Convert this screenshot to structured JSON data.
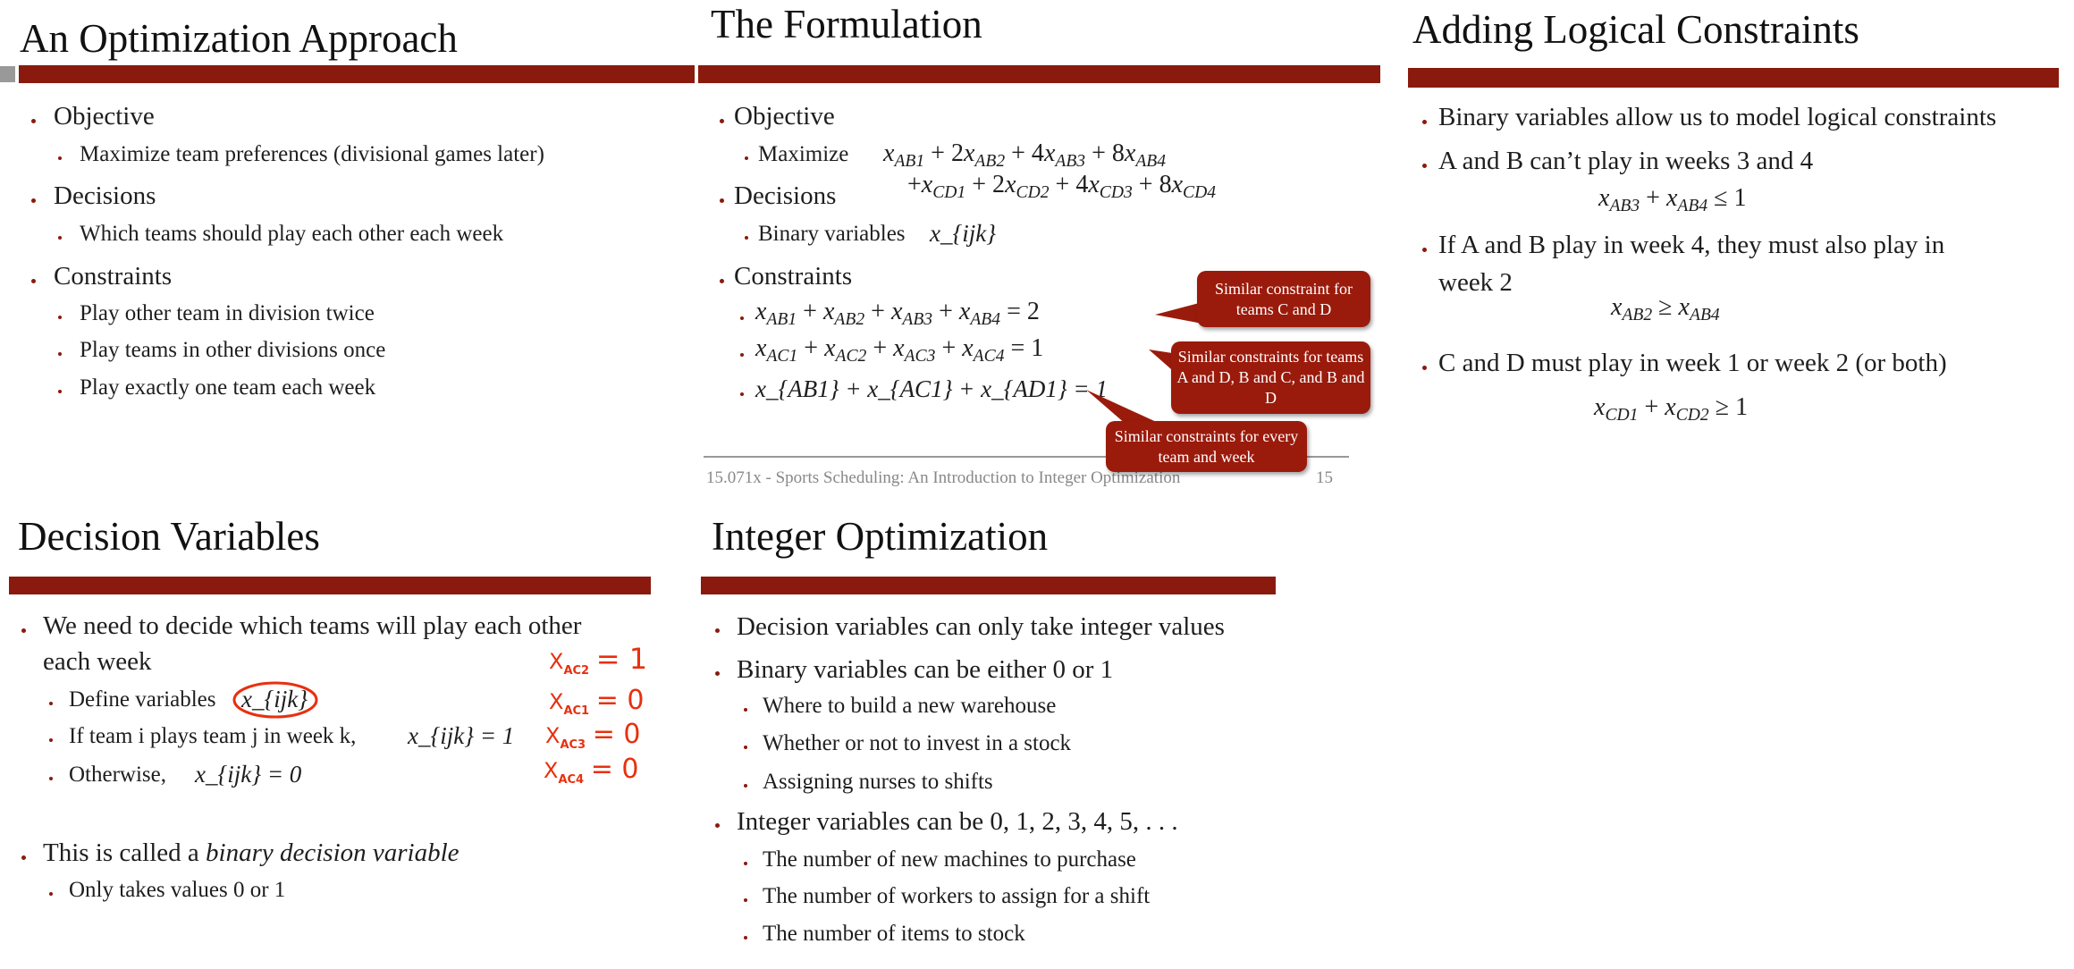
{
  "colors": {
    "accent": "#8a1a0e",
    "handwriting": "#e8300f",
    "text": "#1e1e1e"
  },
  "slide1": {
    "title": "An Optimization Approach",
    "items": [
      {
        "label": "Objective",
        "sub": [
          "Maximize team preferences (divisional games later)"
        ]
      },
      {
        "label": "Decisions",
        "sub": [
          "Which teams should play each other each week"
        ]
      },
      {
        "label": "Constraints",
        "sub": [
          "Play other team in division twice",
          "Play teams in other divisions once",
          "Play exactly one team each week"
        ]
      }
    ]
  },
  "slide2": {
    "title": "The Formulation",
    "objective": "Objective",
    "maximize": "Maximize",
    "objective_line1": "x_{AB1} + 2x_{AB2} + 4x_{AB3} + 8x_{AB4}",
    "objective_line2": "+x_{CD1} + 2x_{CD2} + 4x_{CD3} + 8x_{CD4}",
    "decisions": "Decisions",
    "binary": "Binary variables",
    "binary_var": "x_{ijk}",
    "constraints": "Constraints",
    "equations": [
      "x_{AB1} + x_{AB2} + x_{AB3} + x_{AB4} = 2",
      "x_{AC1} + x_{AC2} + x_{AC3} + x_{AC4} = 1",
      "x_{AB1} + x_{AC1} + x_{AD1} = 1"
    ],
    "callouts": [
      "Similar constraint for teams C and D",
      "Similar constraints for teams A and D, B and C, and B and D",
      "Similar constraints for every team and week"
    ],
    "footer": "15.071x - Sports Scheduling: An Introduction to Integer Optimization",
    "page": "15"
  },
  "slide3": {
    "title": "Adding Logical Constraints",
    "b1": "Binary variables allow us to model logical constraints",
    "b2": "A and B can’t play in weeks 3 and 4",
    "f2": "x_{AB3} + x_{AB4} ≤ 1",
    "b3a": "If  A and B play in week 4, they must also play in",
    "b3b": "week 2",
    "f3": "x_{AB2} ≥ x_{AB4}",
    "b4": "C and D must play in week 1 or week 2 (or both)",
    "f4": "x_{CD1} + x_{CD2} ≥ 1"
  },
  "slide4": {
    "title": "Decision Variables",
    "b1a": "We need to decide which teams will play each other",
    "b1b": "each week",
    "s1": "Define variables",
    "s1_var": "x_{ijk}",
    "s2": "If team i plays team j in week k,",
    "s2_eq": "x_{ijk} = 1",
    "s3": "Otherwise,",
    "s3_eq": "x_{ijk} = 0",
    "b2_pre": "This is called a ",
    "b2_em": "binary decision variable",
    "s4": "Only takes values 0 or 1",
    "annotations": [
      {
        "var": "X",
        "sub": "AC2",
        "val": "= 1"
      },
      {
        "var": "X",
        "sub": "AC1",
        "val": "= 0"
      },
      {
        "var": "X",
        "sub": "AC3",
        "val": "= 0"
      },
      {
        "var": "X",
        "sub": "AC4",
        "val": "= 0"
      }
    ]
  },
  "slide5": {
    "title": "Integer Optimization",
    "b1": "Decision variables can only take integer values",
    "b2": "Binary variables can be either 0 or 1",
    "b2_sub": [
      "Where to build a new warehouse",
      "Whether or not to invest in a stock",
      "Assigning nurses to shifts"
    ],
    "b3": "Integer variables can be 0, 1, 2, 3, 4, 5, . . .",
    "b3_sub": [
      "The number of new machines to purchase",
      "The number of workers to assign for a shift",
      "The number of items to stock"
    ]
  }
}
